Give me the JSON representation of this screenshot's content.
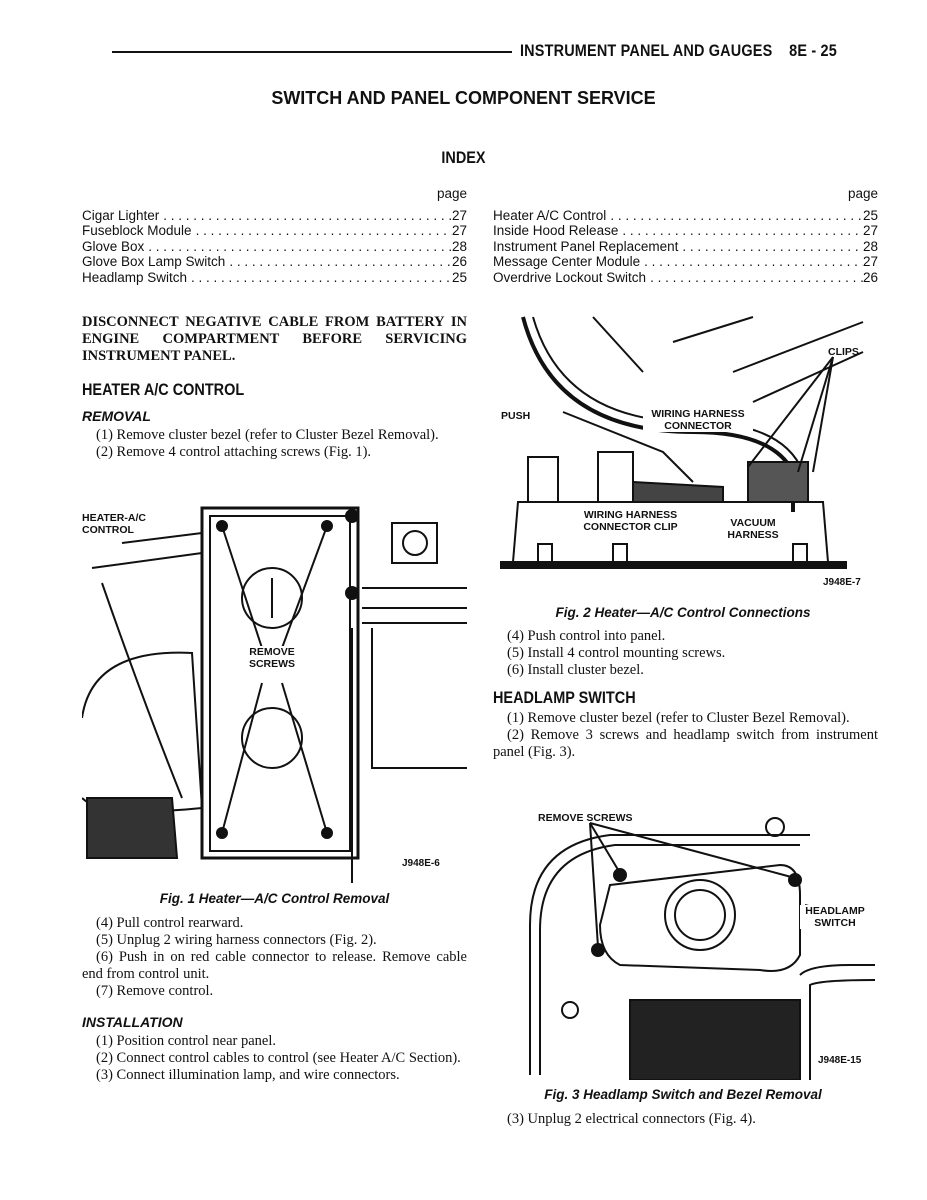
{
  "header": {
    "section": "INSTRUMENT PANEL AND GAUGES",
    "page": "8E - 25"
  },
  "title": "SWITCH AND PANEL COMPONENT SERVICE",
  "index": {
    "heading": "INDEX",
    "page_label": "page",
    "left": [
      {
        "item": "Cigar Lighter",
        "page": "27"
      },
      {
        "item": "Fuseblock Module",
        "page": "27"
      },
      {
        "item": "Glove Box",
        "page": "28"
      },
      {
        "item": "Glove Box Lamp Switch",
        "page": "26"
      },
      {
        "item": "Headlamp Switch",
        "page": "25"
      }
    ],
    "right": [
      {
        "item": "Heater A/C Control",
        "page": "25"
      },
      {
        "item": "Inside Hood Release",
        "page": "27"
      },
      {
        "item": "Instrument Panel Replacement",
        "page": "28"
      },
      {
        "item": "Message Center Module",
        "page": "27"
      },
      {
        "item": "Overdrive Lockout Switch",
        "page": "26"
      }
    ]
  },
  "warning": "DISCONNECT NEGATIVE CABLE FROM BATTERY IN ENGINE COMPARTMENT BEFORE SERVICING INSTRUMENT PANEL.",
  "heater": {
    "heading": "HEATER A/C CONTROL",
    "removal_heading": "REMOVAL",
    "removal_steps": [
      "(1) Remove cluster bezel (refer to Cluster Bezel Removal).",
      "(2) Remove 4 control attaching screws (Fig. 1)."
    ],
    "fig1": {
      "labels": [
        "HEATER-A/C CONTROL",
        "REMOVE SCREWS"
      ],
      "code": "J948E-6",
      "caption": "Fig. 1 Heater—A/C Control Removal"
    },
    "removal_steps_2": [
      "(4) Pull control rearward.",
      "(5) Unplug 2 wiring harness connectors (Fig. 2).",
      "(6) Push in on red cable connector to release. Remove cable end from control unit.",
      "(7) Remove control."
    ],
    "installation_heading": "INSTALLATION",
    "installation_steps": [
      "(1) Position control near panel.",
      "(2) Connect control cables to control (see Heater A/C Section).",
      "(3) Connect illumination lamp, and wire connectors."
    ],
    "fig2": {
      "labels": [
        "CLIPS",
        "PUSH",
        "WIRING HARNESS CONNECTOR",
        "WIRING HARNESS CONNECTOR CLIP",
        "VACUUM HARNESS"
      ],
      "code": "J948E-7",
      "caption": "Fig. 2 Heater—A/C Control Connections"
    },
    "installation_steps_2": [
      "(4) Push control into panel.",
      "(5) Install 4 control mounting screws.",
      "(6) Install cluster bezel."
    ]
  },
  "headlamp": {
    "heading": "HEADLAMP SWITCH",
    "steps": [
      "(1) Remove cluster bezel (refer to Cluster Bezel Removal).",
      "(2) Remove 3 screws and headlamp switch from instrument panel (Fig. 3)."
    ],
    "fig3": {
      "labels": [
        "REMOVE SCREWS",
        "HEADLAMP SWITCH"
      ],
      "code": "J948E-15",
      "caption": "Fig. 3 Headlamp Switch and Bezel Removal"
    },
    "steps_2": [
      "(3) Unplug 2 electrical connectors (Fig. 4)."
    ]
  }
}
